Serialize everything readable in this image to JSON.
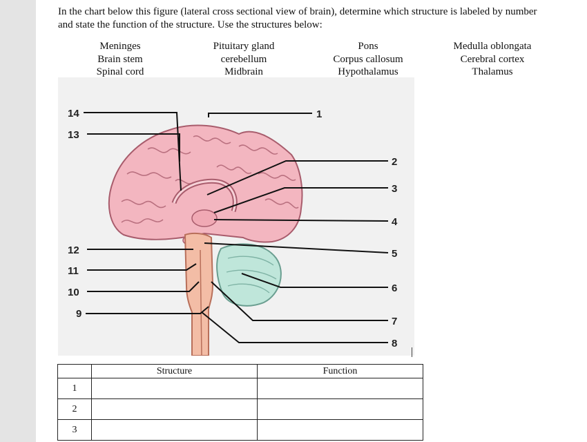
{
  "instructions": "In the chart below this figure (lateral cross sectional view of brain), determine which structure is labeled by number and state the function of the structure.  Use the structures below:",
  "structure_columns": [
    [
      "Meninges",
      "Brain stem",
      "Spinal cord"
    ],
    [
      "Pituitary gland",
      "cerebellum",
      "Midbrain"
    ],
    [
      "Pons",
      "Corpus callosum",
      "Hypothalamus"
    ],
    [
      "Medulla oblongata",
      "Cerebral cortex",
      "Thalamus"
    ]
  ],
  "figure": {
    "labels": {
      "l1": "1",
      "l2": "2",
      "l3": "3",
      "l4": "4",
      "l5": "5",
      "l6": "6",
      "l7": "7",
      "l8": "8",
      "l9": "9",
      "l10": "10",
      "l11": "11",
      "l12": "12",
      "l13": "13",
      "l14": "14"
    },
    "colors": {
      "cerebrum": "#f3b6c0",
      "cerebellum": "#bfe6da",
      "brainstem": "#f3bda6",
      "outline": "#a85c6c"
    }
  },
  "answer_table": {
    "headers": {
      "number": "",
      "structure": "Structure",
      "function": "Function"
    },
    "rows": [
      {
        "number": "1",
        "structure": "",
        "function": ""
      },
      {
        "number": "2",
        "structure": "",
        "function": ""
      },
      {
        "number": "3",
        "structure": "",
        "function": ""
      }
    ]
  }
}
